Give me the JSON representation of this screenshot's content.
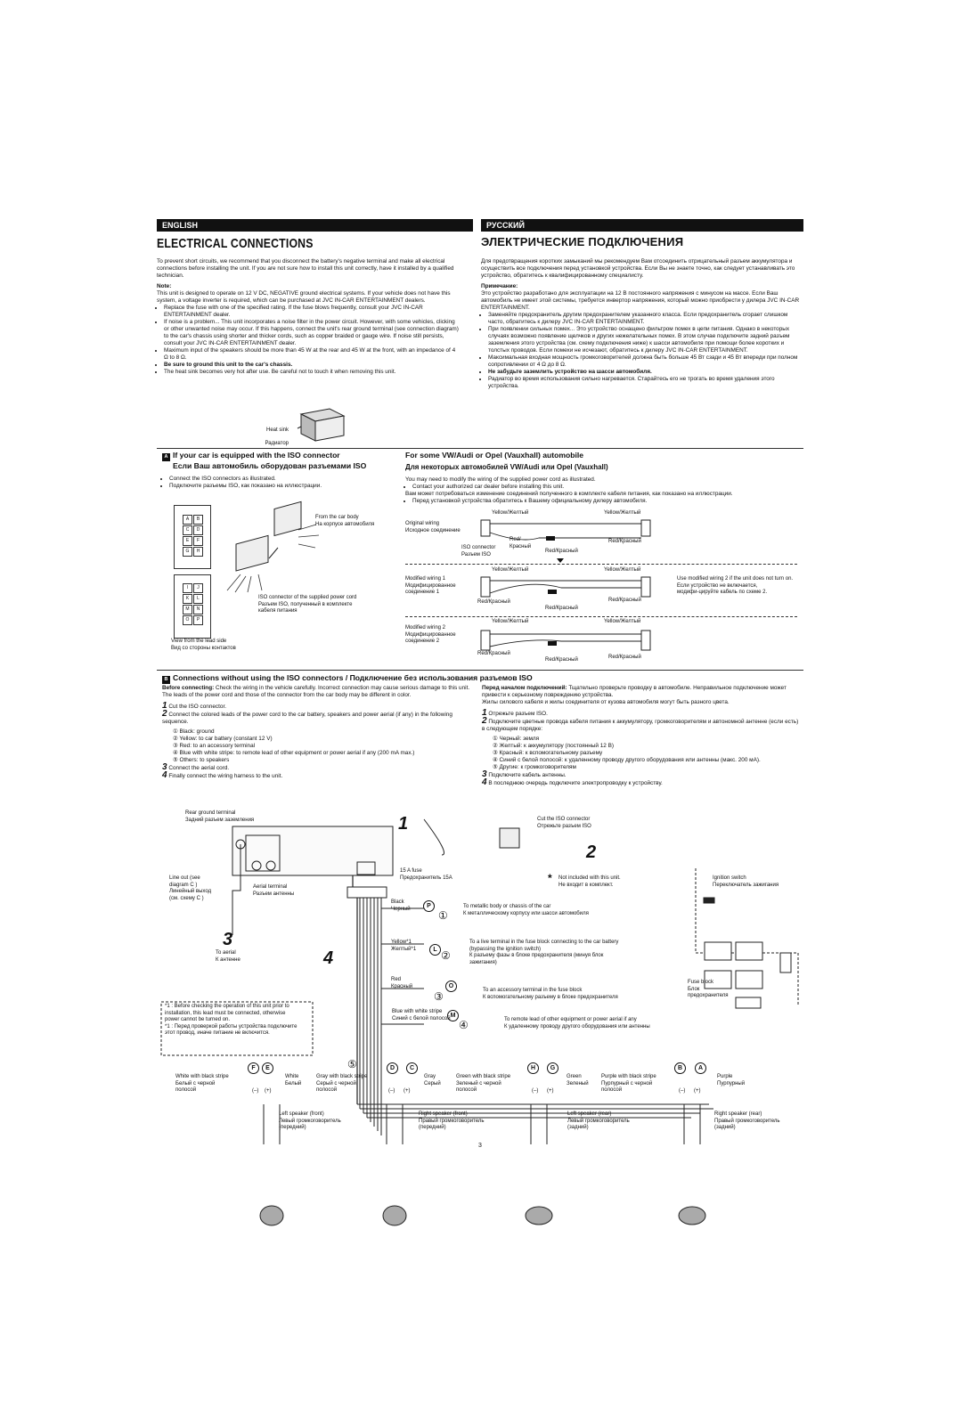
{
  "headers": {
    "english": "ENGLISH",
    "russian": "РУССКИЙ"
  },
  "titles": {
    "english": "ELECTRICAL CONNECTIONS",
    "russian": "ЭЛЕКТРИЧЕСКИЕ ПОДКЛЮЧЕНИЯ"
  },
  "en": {
    "intro": "To prevent short circuits, we recommend that you disconnect the battery's negative terminal and make all electrical connections before installing the unit. If you are not sure how to install this unit correctly, have it installed by a qualified technician.",
    "note_title": "Note:",
    "note_body": "This unit is designed to operate on 12 V DC, NEGATIVE ground electrical systems. If your vehicle does not have this system, a voltage inverter is required, which can be purchased at JVC IN-CAR ENTERTAINMENT dealers.",
    "bullets": [
      "Replace the fuse with one of the specified rating. If the fuse blows frequently, consult your JVC IN-CAR ENTERTAINMENT dealer.",
      "If noise is a problem... This unit incorporates a noise filter in the power circuit. However, with some vehicles, clicking or other unwanted noise may occur. If this happens, connect the unit's rear ground terminal (see connection diagram) to the car's chassis using shorter and thicker cords, such as copper braided or gauge wire. If noise still persists, consult your JVC IN-CAR ENTERTAINMENT dealer.",
      "Maximum input of the speakers should be more than 45 W at the rear and 45 W at the front, with an impedance of 4 Ω to 8 Ω.",
      "Be sure to ground this unit to the car's chassis.",
      "The heat sink becomes very hot after use. Be careful not to touch it when removing this unit."
    ]
  },
  "ru": {
    "intro": "Для предотвращения коротких замыканий мы рекомендуем Вам отсоединить отрицательный разъем аккумулятора и осуществить все подключения перед установкой устройства. Если Вы не знаете точно, как следует устанавливать это устройство, обратитесь к квалифицированному специалисту.",
    "note_title": "Примечание:",
    "note_body": "Это устройство разработано для эксплуатации на 12 В постоянного напряжения с минусом на массе. Если Ваш автомобиль не имеет этой системы, требуется инвертор напряжения, который можно приобрести у дилера JVC IN-CAR ENTERTAINMENT.",
    "bullets": [
      "Заменяйте предохранитель другим предохранителем указанного класса. Если предохранитель сгорает слишком часто, обратитесь к дилеру JVC IN-CAR ENTERTAINMENT.",
      "При появлении сильных помех... Это устройство оснащено фильтром помех в цепи питания. Однако в некоторых случаях возможно появление щелчков и других нежелательных помех. В этом случае подключите задний разъем заземления этого устройства (см. схему подключения ниже) к шасси автомобиля при помощи более коротких и толстых проводов. Если помехи не исчезают, обратитесь к дилеру JVC IN-CAR ENTERTAINMENT.",
      "Максимальная входная мощность громкоговорителей должна быть больше 45 Вт сзади и 45 Вт впереди при полном сопротивлении от 4 Ω до 8 Ω.",
      "Не забудьте заземлить устройство на шасси автомобиля.",
      "Радиатор во время использования сильно нагревается. Старайтесь его не трогать во время удаления этого устройства."
    ]
  },
  "heatsink": {
    "en": "Heat sink",
    "ru": "Радиатор"
  },
  "secA": {
    "tag": "A",
    "title_en": "If your car is equipped with the ISO connector",
    "title_ru": "Если Ваш автомобиль оборудован разъемами ISO",
    "b1": "Connect the ISO connectors as illustrated.",
    "b2": "Подключите разъемы ISO, как показано на иллюстрации.",
    "from_car": "From the car body\nНа корпусе автомобиля",
    "iso_supplied": "ISO connector of the supplied power cord\nРазъем ISO, полученный в комплекте\nкабеля питания",
    "view_lead": "View from the lead side\nВид со стороны контактов",
    "pins_top": [
      "A",
      "B",
      "C",
      "D",
      "E",
      "F",
      "G",
      "H"
    ],
    "pins_bottom": [
      "I",
      "J",
      "K",
      "L",
      "M",
      "N",
      "O",
      "P"
    ]
  },
  "secVW": {
    "title_en": "For some VW/Audi or Opel (Vauxhall) automobile",
    "title_ru": "Для некоторых автомобилей VW/Audi или Opel (Vauxhall)",
    "p1": "You may need to modify the wiring of the supplied power cord as illustrated.",
    "b1": "Contact your authorized car dealer before installing this unit.",
    "b2": "Перед установкой устройства обратитесь к Вашему официальному дилеру автомобиля.",
    "p2": "Вам может потребоваться изменение соединений полученного в комплекте кабеля питания, как показано на иллюстрации.",
    "yellow": "Yellow/Желтый",
    "red": "Red/Красный",
    "red_split": "Red/\nКрасный",
    "original": "Original wiring\nИсходное соединение",
    "iso_conn": "ISO connector\nРазъем ISO",
    "mod1": "Modified wiring 1\nМодифицированное\nсоединение 1",
    "mod2": "Modified wiring 2\nМодифицированное\nсоединение 2",
    "use_mod": "Use modified wiring 2 if the unit does not turn on.\nЕсли устройство не включается,\nмодифи-цируйте кабель по схеме 2."
  },
  "secB": {
    "tag": "B",
    "title": "Connections without using the ISO connectors / Подключение без использования разъемов ISO",
    "before_en_bold": "Before connecting:",
    "before_en": " Check the wiring in the vehicle carefully. Incorrect connection may cause serious damage to this unit.",
    "leads_en": "The leads of the power cord and those of the connector from the car body may be different in color.",
    "before_ru_bold": "Перед началом подключений:",
    "before_ru": " Тщательно проверьте проводку в автомобиле. Неправильное подключение может привести к серьезному повреждению устройства.",
    "leads_ru": "Жилы силового кабеля и жилы соединителя от кузова автомобиля могут быть разного цвета.",
    "steps_en": [
      "Cut the ISO connector.",
      "Connect the colored leads of the power cord to the car battery, speakers and power aerial (if any) in the following sequence.",
      "Connect the aerial cord.",
      "Finally connect the wiring harness to the unit."
    ],
    "seq_en": [
      "① Black: ground",
      "② Yellow: to car battery (constant 12 V)",
      "③ Red: to an accessory terminal",
      "④ Blue with white stripe: to remote lead of other equipment or power aerial if any (200 mA max.)",
      "⑤ Others: to speakers"
    ],
    "steps_ru": [
      "Отрежьте разъем ISO.",
      "Подключите цветные провода кабеля питания к аккумулятору, громкоговорителям и автономной антенне (если есть) в следующем порядке:",
      "Подключите кабель антенны.",
      "В последнюю очередь подключите электропроводку к устройству."
    ],
    "seq_ru": [
      "① Черный: земля",
      "② Желтый: к аккумулятору (постоянный 12 В)",
      "③ Красный: к вспомогательному разъему",
      "④ Синий с белой полосой: к удаленному проводу другого оборудования или антенны (макс. 200 мА).",
      "⑤ Другие: к громкоговорителям"
    ]
  },
  "diagram": {
    "rear_ground": "Rear ground terminal\nЗадний разъем заземления",
    "cut_iso": "Cut the ISO connector\nОтрежьте разъем ISO",
    "fuse": "15 A fuse\nПредохранитель 15A",
    "not_included": "Not included with this unit.\nНе входит в комплект.",
    "ignition": "Ignition switch\nПереключатель зажигания",
    "line_out": "Line out (see\ndiagram C )\nЛинейный выход\n(см. схему C )",
    "aerial_term": "Aerial terminal\nРазъем антенны",
    "to_aerial": "To aerial\nК антенне",
    "black": "Black\nЧерный",
    "to_metal": "To metallic body or chassis of the car\nК металлическому корпусу или шасси автомобиля",
    "yellow": "Yellow*1\nЖелтый*1",
    "to_live": "To a live terminal in the fuse block connecting to the car battery\n(bypassing the ignition switch)\nК разъему фазы в блоке предохранителя (минуя блок\nзажигания)",
    "red": "Red\nКрасный",
    "to_acc": "To an accessory terminal in the fuse block\nК вспомогательному разъему в блоке предохранителя",
    "fuse_block": "Fuse block\nБлок\nпредохранителя",
    "blue": "Blue with white stripe\nСиний с белой полосой",
    "to_remote": "To remote lead of other equipment or power aerial if any\nК удаленному проводу другого оборудования или антенны",
    "note1": "*1 : Before checking the operation of this unit prior to\n       installation, this lead must be connected, otherwise\n       power cannot be turned on.\n*1 : Перед проверкой работы устройства подключите\n       этот провод, иначе питание не включится.",
    "wires": [
      "White with black stripe\nБелый с черной\nполосой",
      "White\nБелый",
      "Gray with black stripe\nСерый с черной\nполосой",
      "Gray\nСерый",
      "Green with black stripe\nЗеленый с черной\nполосой",
      "Green\nЗеленый",
      "Purple with black stripe\nПурпурный с черной\nполосой",
      "Purple\nПурпурный"
    ],
    "speakers": [
      "Left speaker (front)\nЛевый громкоговоритель\n(передний)",
      "Right speaker (front)\nПравый громкоговоритель\n(передний)",
      "Left speaker (rear)\nЛевый громкоговоритель\n(задний)",
      "Right speaker (rear)\nПравый громкоговоритель\n(задний)"
    ],
    "pol_minus": "(–)",
    "pol_plus": "(+)",
    "letters": {
      "F": "F",
      "E": "E",
      "D": "D",
      "C": "C",
      "H": "H",
      "G": "G",
      "B": "B",
      "A": "A",
      "P": "P",
      "L": "L",
      "O": "O",
      "M": "M"
    },
    "circled": {
      "c1": "①",
      "c2": "②",
      "c3": "③",
      "c4": "④",
      "c5": "⑤"
    },
    "nums": {
      "n1": "1",
      "n2": "2",
      "n3": "3",
      "n4": "4",
      "star": "*"
    }
  },
  "page_number": "3"
}
